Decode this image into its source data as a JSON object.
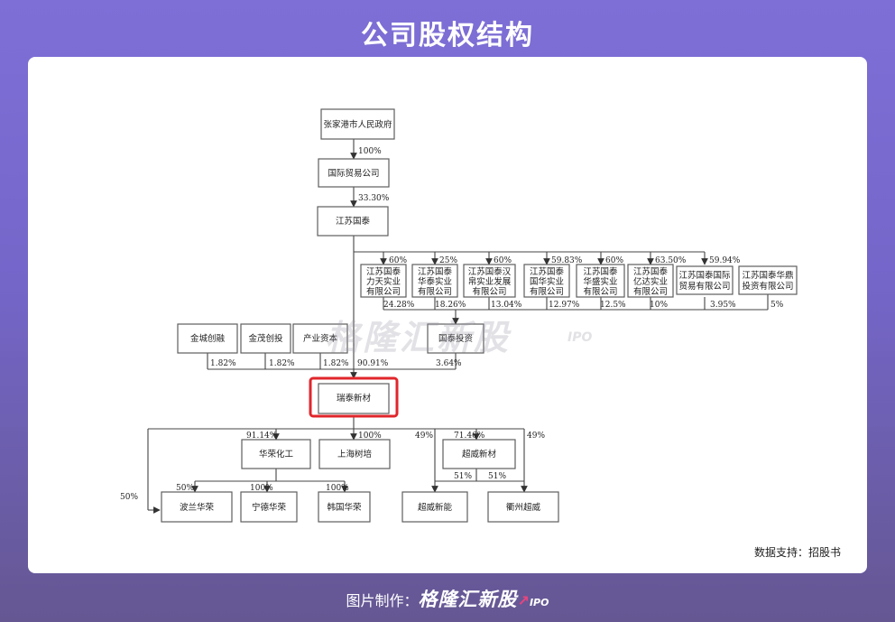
{
  "title": "公司股权结构",
  "watermark": {
    "brand": "格隆汇新股",
    "sub": "IPO"
  },
  "source": "数据支持：招股书",
  "footer": {
    "prefix": "图片制作：",
    "brand": "格隆汇新股",
    "sub": "IPO"
  },
  "nodes": {
    "gov": "张家港市人民政府",
    "intl": "国际贸易公司",
    "gt": "江苏国泰",
    "s1": [
      "江苏国泰",
      "力天实业",
      "有限公司"
    ],
    "s2": [
      "江苏国泰",
      "华泰实业",
      "有限公司"
    ],
    "s3": [
      "江苏国泰汉",
      "帛实业发展",
      "有限公司"
    ],
    "s4": [
      "江苏国泰",
      "国华实业",
      "有限公司"
    ],
    "s5": [
      "江苏国泰",
      "华盛实业",
      "有限公司"
    ],
    "s6": [
      "江苏国泰",
      "亿达实业",
      "有限公司"
    ],
    "s7": [
      "江苏国泰国际",
      "贸易有限公司"
    ],
    "s8": [
      "江苏国泰华鼎",
      "投资有限公司"
    ],
    "jc": "金城创融",
    "jm": "金茂创投",
    "cy": "产业资本",
    "gtinv": "国泰投资",
    "rt": "瑞泰新材",
    "hr": "华荣化工",
    "sh": "上海树培",
    "cw": "超威新材",
    "pl": "波兰华荣",
    "nd": "宁德华荣",
    "kr": "韩国华荣",
    "cwn": "超威新能",
    "qz": "衢州超威"
  },
  "pcts": {
    "gov_intl": "100%",
    "intl_gt": "33.30%",
    "gt_s1": "60%",
    "gt_s2": "25%",
    "gt_s3": "60%",
    "gt_s4": "59.83%",
    "gt_s5": "60%",
    "gt_s6": "63.50%",
    "gt_s7": "59.94%",
    "s1_inv": "24.28%",
    "s2_inv": "18.26%",
    "s3_inv": "13.04%",
    "s4_inv": "12.97%",
    "s5_inv": "12.5%",
    "s6_inv": "10%",
    "s7_inv": "3.95%",
    "s8_inv": "5%",
    "jc_rt": "1.82%",
    "jm_rt": "1.82%",
    "cy_rt": "1.82%",
    "gt_rt": "90.91%",
    "inv_rt": "3.64%",
    "rt_hr": "91.14%",
    "rt_sh": "100%",
    "rt_cwn": "49%",
    "rt_cw": "71.46%",
    "rt_qz": "49%",
    "rt_pl": "50%",
    "hr_pl": "50%",
    "hr_nd": "100%",
    "hr_kr": "100%",
    "cw_cwn": "51%",
    "cw_qz": "51%"
  },
  "highlight_color": "#e0262b"
}
